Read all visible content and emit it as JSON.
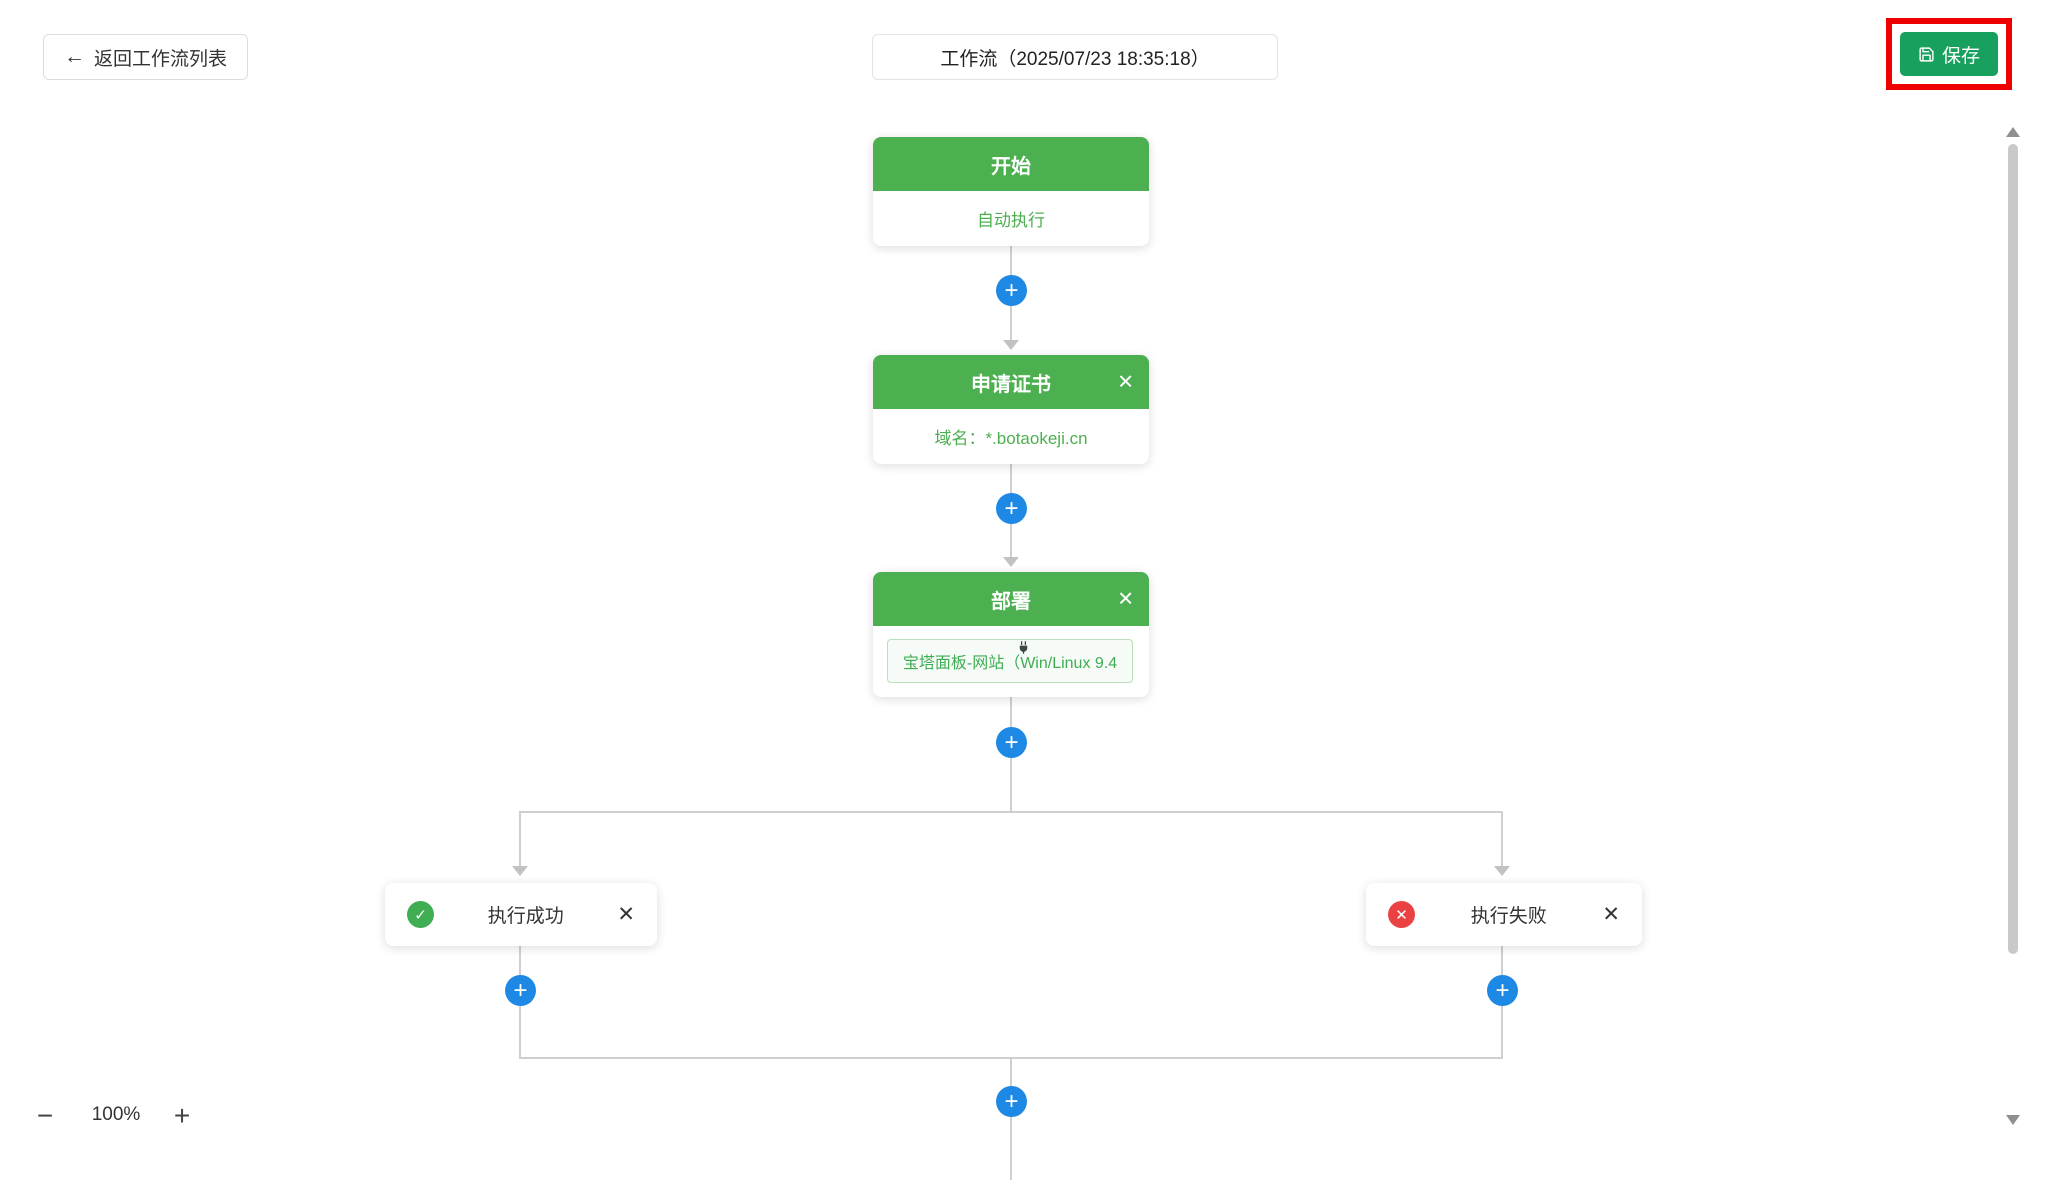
{
  "header": {
    "back_label": "返回工作流列表",
    "workflow_title": "工作流（2025/07/23 18:35:18）",
    "save_label": "保存"
  },
  "flow": {
    "start": {
      "title": "开始",
      "body": "自动执行"
    },
    "apply_cert": {
      "title": "申请证书",
      "body": "域名：*.botaokeji.cn"
    },
    "deploy": {
      "title": "部署",
      "plugin": "宝塔面板-网站（Win/Linux 9.4"
    },
    "success": {
      "label": "执行成功"
    },
    "fail": {
      "label": "执行失败"
    }
  },
  "zoom": {
    "level": "100%"
  },
  "icons": {
    "back_arrow": "←",
    "plus": "+",
    "close": "✕",
    "check": "✓",
    "cross": "✕",
    "minus": "−"
  },
  "colors": {
    "node_green": "#4caf50",
    "save_green": "#18a05e",
    "plus_blue": "#1e88e5",
    "fail_red": "#ea4242",
    "annotation_red": "#ee0000",
    "line_gray": "#cfcfcf"
  }
}
